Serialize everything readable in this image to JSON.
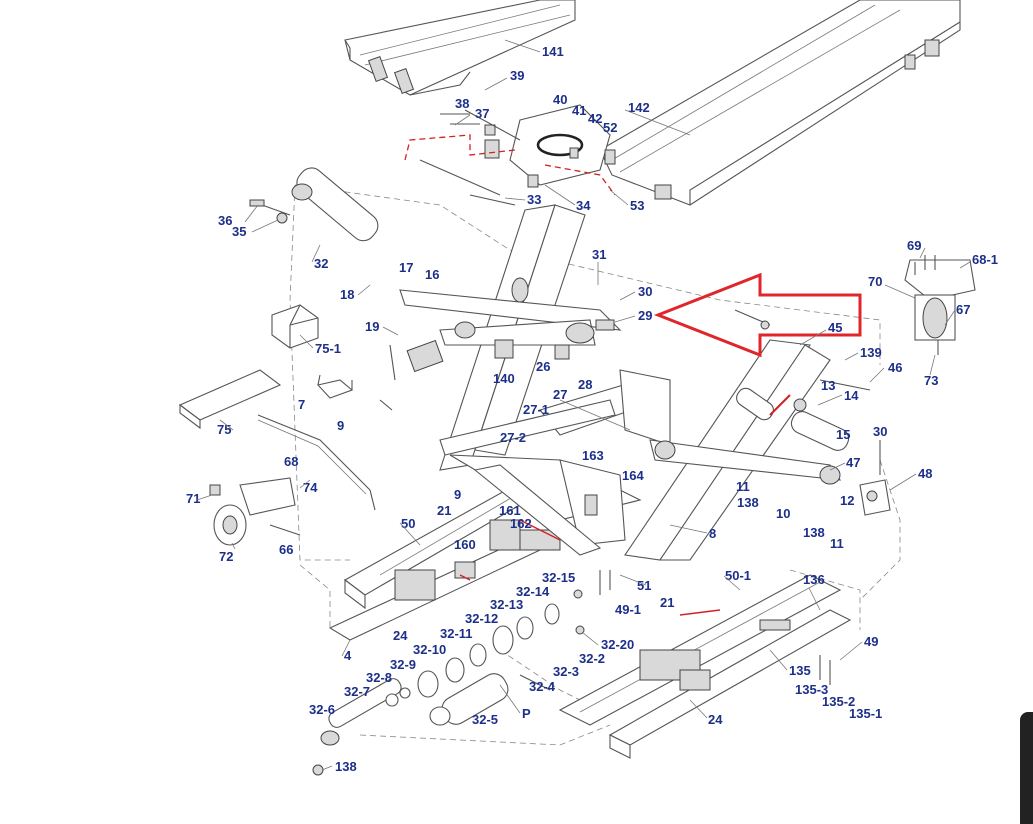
{
  "diagram": {
    "highlight_color": "#e0262b",
    "label_color": "#1c2f8a",
    "labels": [
      "141",
      "39",
      "38",
      "37",
      "40",
      "41",
      "42",
      "52",
      "142",
      "33",
      "34",
      "53",
      "36",
      "35",
      "32",
      "31",
      "30",
      "29",
      "45",
      "69",
      "68-1",
      "70",
      "67",
      "73",
      "17",
      "16",
      "18",
      "19",
      "75-1",
      "26",
      "28",
      "27",
      "27-1",
      "27-2",
      "140",
      "139",
      "46",
      "13",
      "14",
      "15",
      "47",
      "11",
      "138",
      "10",
      "12",
      "48",
      "30",
      "7",
      "9",
      "75",
      "68",
      "74",
      "71",
      "72",
      "66",
      "163",
      "164",
      "9",
      "21",
      "161",
      "162",
      "160",
      "50",
      "8",
      "51",
      "49-1",
      "21",
      "50-1",
      "136",
      "32-15",
      "32-14",
      "32-13",
      "32-12",
      "32-11",
      "32-10",
      "32-9",
      "32-8",
      "32-7",
      "32-6",
      "32-20",
      "32-2",
      "32-3",
      "32-4",
      "32-5",
      "P",
      "24",
      "4",
      "24",
      "135",
      "49",
      "135-3",
      "135-2",
      "135-1",
      "138",
      "138",
      "11"
    ]
  }
}
